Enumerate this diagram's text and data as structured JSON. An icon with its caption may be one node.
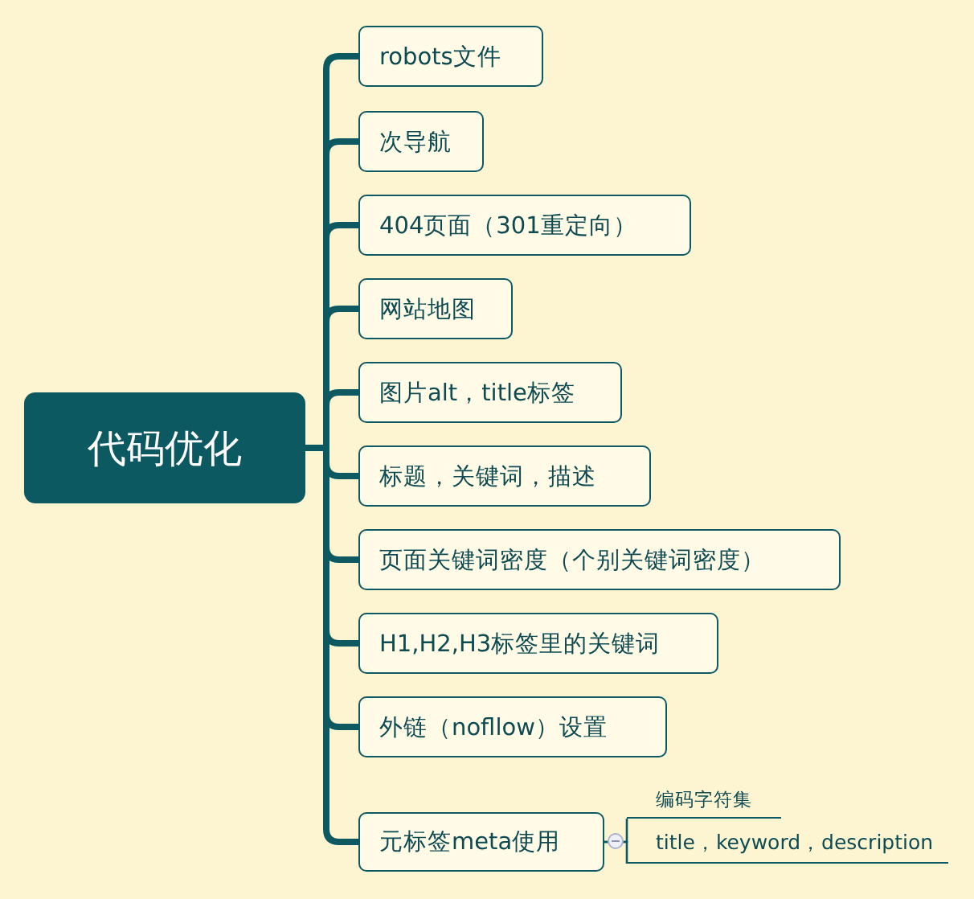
{
  "diagram": {
    "nodes": [
      {
        "text": [
          "代码优化"
        ]
      },
      {
        "text": [
          "robots文件"
        ]
      },
      {
        "text": [
          "次导航"
        ]
      },
      {
        "text": [
          "404页面（301重定向）"
        ]
      },
      {
        "text": [
          "网站地图"
        ]
      },
      {
        "text": [
          "图片alt，title标签"
        ]
      },
      {
        "text": [
          "标题，关键词，描述"
        ]
      },
      {
        "text": [
          "页面关键词密度（个别关键词密度）"
        ]
      },
      {
        "text": [
          "H1,H2,H3标签里的关键词"
        ]
      },
      {
        "text": [
          "外链（nofllow）设置"
        ]
      },
      {
        "text": [
          "元标签meta使用"
        ]
      },
      {
        "text": [
          "编码字符集"
        ]
      },
      {
        "text": [
          "title，keyword，description"
        ]
      }
    ],
    "edges": [
      {
        "from": 0,
        "to": 1,
        "arrow": "none"
      },
      {
        "from": 0,
        "to": 2,
        "arrow": "none"
      },
      {
        "from": 0,
        "to": 3,
        "arrow": "none"
      },
      {
        "from": 0,
        "to": 4,
        "arrow": "none"
      },
      {
        "from": 0,
        "to": 5,
        "arrow": "none"
      },
      {
        "from": 0,
        "to": 6,
        "arrow": "none"
      },
      {
        "from": 0,
        "to": 7,
        "arrow": "none"
      },
      {
        "from": 0,
        "to": 8,
        "arrow": "none"
      },
      {
        "from": 0,
        "to": 9,
        "arrow": "none"
      },
      {
        "from": 0,
        "to": 10,
        "arrow": "none"
      },
      {
        "from": 10,
        "to": 11,
        "arrow": "none"
      },
      {
        "from": 10,
        "to": 12,
        "arrow": "none"
      }
    ]
  }
}
